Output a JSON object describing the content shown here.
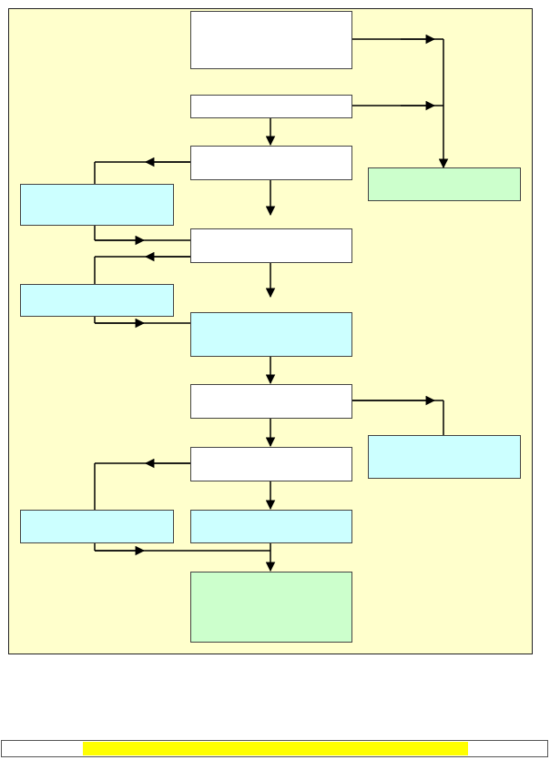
{
  "colors": {
    "panel_background": "#ffffcc",
    "box_white": "#ffffff",
    "box_cyan": "#ccffff",
    "box_green": "#ccffcc",
    "line": "#000000",
    "footer_highlight": "#ffff00"
  },
  "diagram": {
    "boxes": [
      {
        "id": "b1",
        "fill": "box_white",
        "text": ""
      },
      {
        "id": "b2",
        "fill": "box_white",
        "text": ""
      },
      {
        "id": "b3",
        "fill": "box_white",
        "text": ""
      },
      {
        "id": "b4",
        "fill": "box_cyan",
        "text": ""
      },
      {
        "id": "b5",
        "fill": "box_white",
        "text": ""
      },
      {
        "id": "b6",
        "fill": "box_cyan",
        "text": ""
      },
      {
        "id": "b7",
        "fill": "box_cyan",
        "text": ""
      },
      {
        "id": "b8",
        "fill": "box_white",
        "text": ""
      },
      {
        "id": "b9",
        "fill": "box_white",
        "text": ""
      },
      {
        "id": "b10",
        "fill": "box_cyan",
        "text": ""
      },
      {
        "id": "b11",
        "fill": "box_cyan",
        "text": ""
      },
      {
        "id": "b12",
        "fill": "box_green",
        "text": ""
      },
      {
        "id": "b13",
        "fill": "box_green",
        "text": ""
      },
      {
        "id": "b14",
        "fill": "box_cyan",
        "text": ""
      }
    ]
  },
  "footer": {
    "text": ""
  }
}
